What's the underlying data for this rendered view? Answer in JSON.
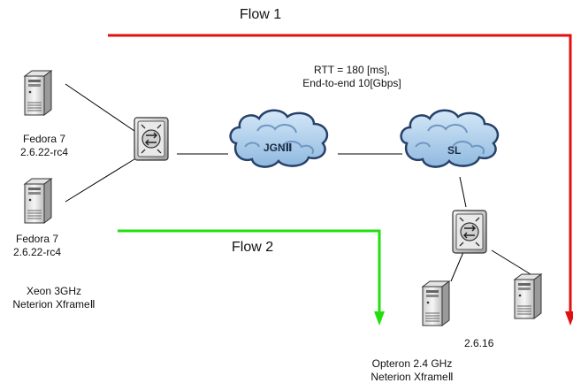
{
  "flows": {
    "flow1": {
      "label": "Flow 1",
      "color": "#e01010"
    },
    "flow2": {
      "label": "Flow 2",
      "color": "#22e010"
    }
  },
  "link_info": {
    "line1": "RTT = 180 [ms],",
    "line2": "End-to-end 10[Gbps]"
  },
  "clouds": {
    "left": "JGNⅡ",
    "right": "SL"
  },
  "hosts": {
    "top_left": {
      "os": "Fedora 7",
      "kernel": "2.6.22-rc4"
    },
    "bottom_left": {
      "os": "Fedora 7",
      "kernel": "2.6.22-rc4"
    },
    "right_kernel": "2.6.16"
  },
  "hardware": {
    "sender": {
      "cpu": "Xeon 3GHz",
      "nic": "Neterion XframeⅡ"
    },
    "receiver": {
      "cpu": "Opteron 2.4 GHz",
      "nic": "Neterion XframeⅡ"
    }
  },
  "icons": {
    "server": "server-tower-icon",
    "switch": "network-switch-icon",
    "cloud": "network-cloud-icon"
  },
  "colors": {
    "cloud_fill": "#b7d6f0",
    "cloud_stroke": "#27416a"
  }
}
